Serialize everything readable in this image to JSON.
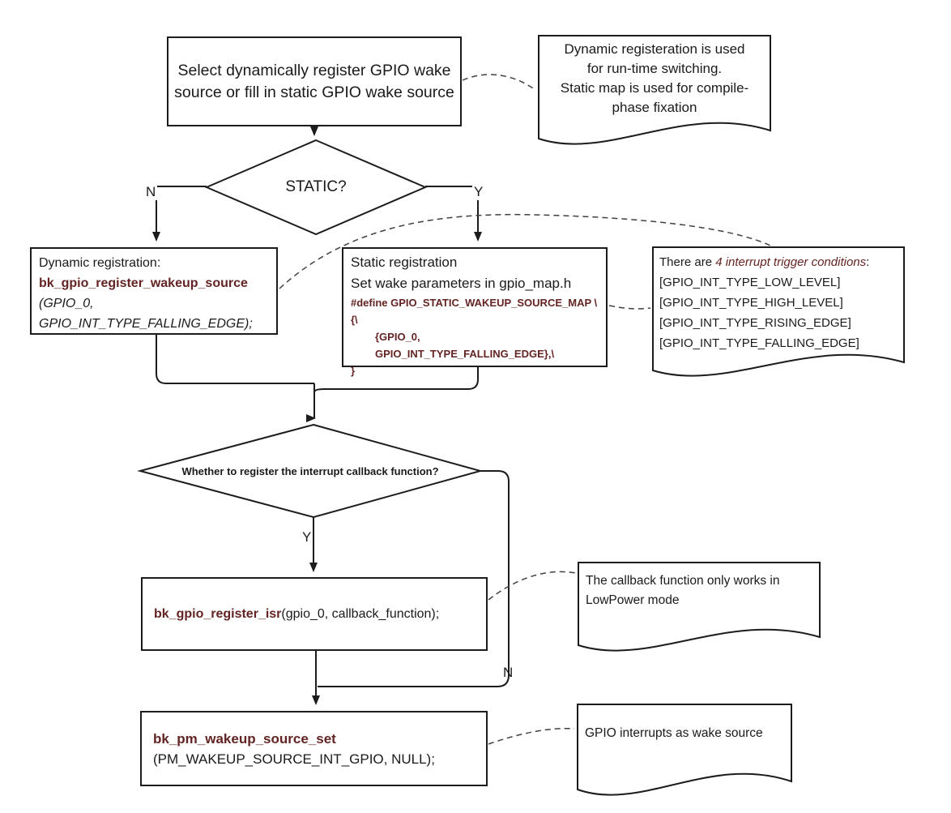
{
  "colors": {
    "accent_maroon": "#632423",
    "line": "#1c1c1c"
  },
  "flow": {
    "start_box": {
      "text": "Select dynamically register GPIO wake\nsource or fill in static GPIO wake source"
    },
    "decision_static": {
      "label": "STATIC?",
      "branch_no": "N",
      "branch_yes": "Y"
    },
    "dynamic_box": {
      "title": "Dynamic registration:",
      "function": "bk_gpio_register_wakeup_source",
      "args_line1": "(GPIO_0,",
      "args_line2": "GPIO_INT_TYPE_FALLING_EDGE);"
    },
    "static_box": {
      "line1": "Static registration",
      "line2": "Set wake parameters in gpio_map.h",
      "code_line1": "#define GPIO_STATIC_WAKEUP_SOURCE_MAP  \\",
      "code_line2": "{\\",
      "code_line3": "{GPIO_0, GPIO_INT_TYPE_FALLING_EDGE},\\",
      "code_line4": "}"
    },
    "decision_callback": {
      "label": "Whether to register the interrupt callback function?",
      "branch_yes": "Y",
      "branch_no": "N"
    },
    "isr_box": {
      "function": "bk_gpio_register_isr",
      "args": "(gpio_0, callback_function);"
    },
    "pm_box": {
      "function": "bk_pm_wakeup_source_set",
      "args": "(PM_WAKEUP_SOURCE_INT_GPIO, NULL);"
    }
  },
  "notes": {
    "registration_note": {
      "text": "Dynamic registeration is used\nfor run-time switching.\nStatic map is used for compile-\nphase fixation"
    },
    "trigger_note": {
      "prefix": "There are ",
      "emphasis": "4 interrupt trigger conditions",
      "suffix": ":",
      "items": [
        "[GPIO_INT_TYPE_LOW_LEVEL]",
        "[GPIO_INT_TYPE_HIGH_LEVEL]",
        "[GPIO_INT_TYPE_RISING_EDGE]",
        "[GPIO_INT_TYPE_FALLING_EDGE]"
      ]
    },
    "callback_note": {
      "text": "The callback function only works in\nLowPower mode"
    },
    "wake_note": {
      "text": "GPIO interrupts as wake source"
    }
  }
}
